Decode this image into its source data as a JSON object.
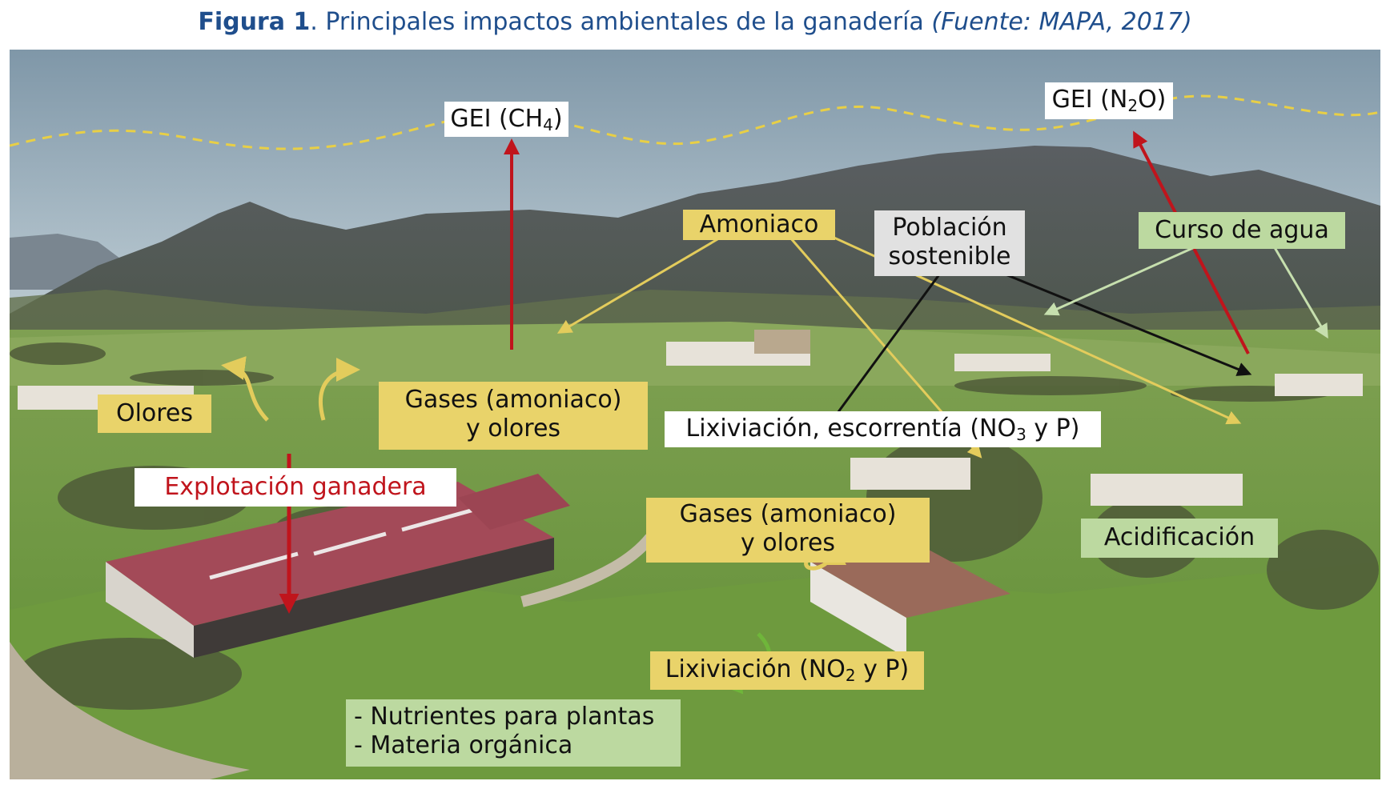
{
  "figure": {
    "number": "Figura 1",
    "title": ". Principales impactos ambientales de la ganadería ",
    "source": "(Fuente: MAPA, 2017)"
  },
  "labels": {
    "gei_ch4": {
      "pre": "GEI (CH",
      "sub": "4",
      "post": ")"
    },
    "gei_n2o": {
      "pre": "GEI (N",
      "sub": "2",
      "post": "O)"
    },
    "amoniaco": "Amoniaco",
    "poblacion_line1": "Población",
    "poblacion_line2": "sostenible",
    "curso_agua": "Curso de agua",
    "olores": "Olores",
    "gases_top_line1": "Gases (amoniaco)",
    "gases_top_line2": "y olores",
    "lixiviacion_escorrentia": {
      "pre": "Lixiviación, escorrentía (NO",
      "sub": "3",
      "post": " y P)"
    },
    "explotacion": "Explotación ganadera",
    "gases_mid_line1": "Gases (amoniaco)",
    "gases_mid_line2": "y olores",
    "acidificacion": "Acidificación",
    "lixiviacion_no2": {
      "pre": "Lixiviación (NO",
      "sub": "2",
      "post": " y P)"
    },
    "nutrientes_line1": "- Nutrientes para plantas",
    "nutrientes_line2": "- Materia orgánica"
  },
  "colors": {
    "caption_blue": "#1f4e8c",
    "label_yellow": "#e9d36a",
    "label_green": "#bcd9a0",
    "label_gray": "#e1e1e1",
    "arrow_red": "#c0141c",
    "arrow_yellow": "#e3cc5c",
    "arrow_black": "#111111",
    "arrow_lightgreen": "#c6dfae",
    "arrow_green": "#6fb63a",
    "dashed_line": "#e8cf46"
  }
}
